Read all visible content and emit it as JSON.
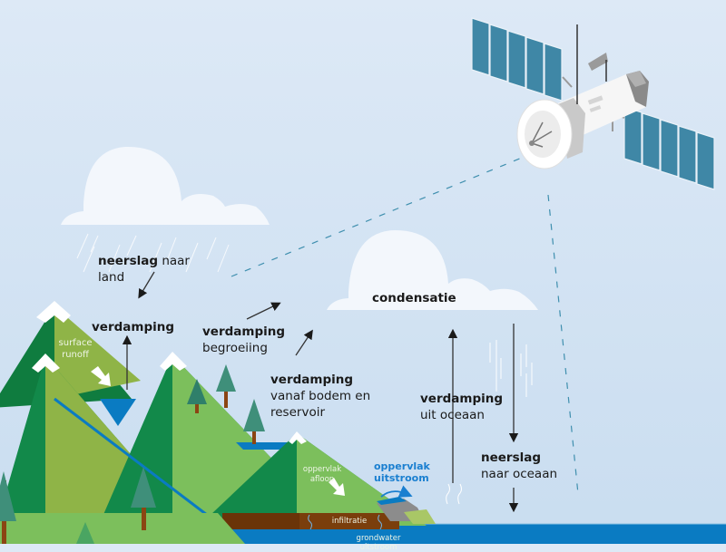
{
  "title": "Water cycle diagram",
  "colors": {
    "sky_top": "#dde9f6",
    "sky_bottom": "#c9ddf0",
    "cloud": "#f3f7fc",
    "mountain_dark": "#12894a",
    "mountain_mid": "#8fb447",
    "mountain_light": "#7cbf5c",
    "snow": "#ffffff",
    "water": "#0a7bc2",
    "soil": "#7a3e0c",
    "solar_panel": "#3f87a6",
    "satellite_body": "#f0f0f0",
    "text": "#1a1a1a",
    "blue_label": "#1a7fd0",
    "dashed_signal": "#3f8fae"
  },
  "labels": {
    "neerslag_land": {
      "bold": "neerslag",
      "rest": " naar",
      "line2": "land"
    },
    "verdamping_mountain": {
      "bold": "verdamping"
    },
    "verdamping_begroeiing": {
      "bold": "verdamping",
      "line2": "begroeiing"
    },
    "verdamping_bodem": {
      "bold": "verdamping",
      "line2": "vanaf bodem en",
      "line3": "reservoir"
    },
    "condensatie": {
      "bold": "condensatie"
    },
    "verdamping_oceaan": {
      "bold": "verdamping",
      "line2": "uit oceaan"
    },
    "neerslag_oceaan": {
      "bold": "neerslag",
      "line2": "naar oceaan"
    },
    "surface_runoff": {
      "line1": "surface",
      "line2": "runoff"
    },
    "oppervlak_afloop": {
      "line1": "oppervlak",
      "line2": "afloop"
    },
    "oppervlak_uitstroom": {
      "line1": "oppervlak",
      "line2": "uitstroom"
    },
    "infiltratie": "infiltratie",
    "grondwater_uitstroom": "grondwater uitstroom"
  }
}
